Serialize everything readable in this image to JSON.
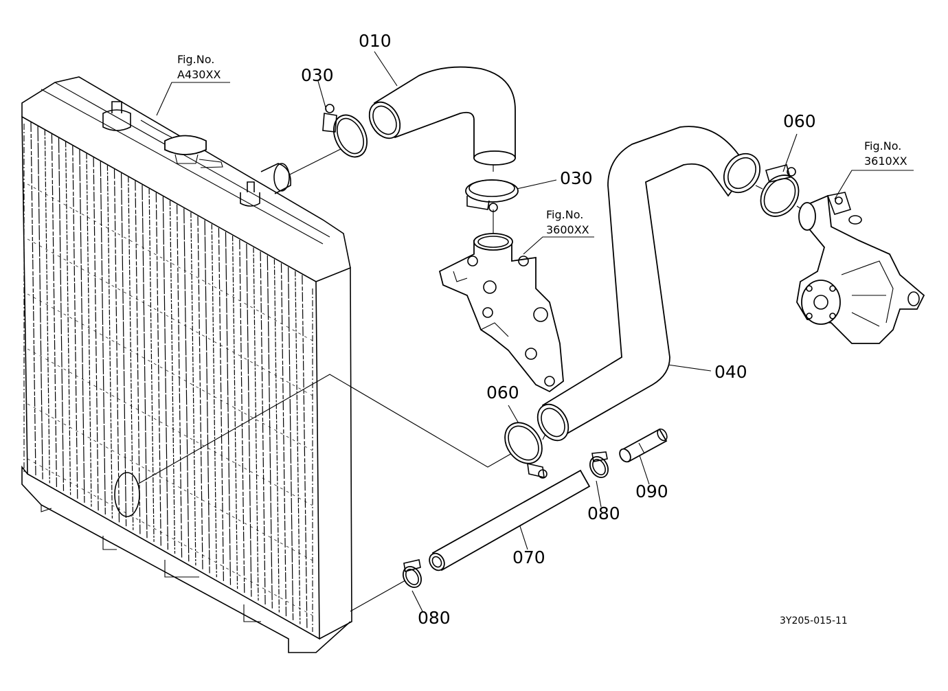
{
  "labels": {
    "p010": "010",
    "p030a": "030",
    "p030b": "030",
    "p040": "040",
    "p060a": "060",
    "p060b": "060",
    "p070": "070",
    "p080a": "080",
    "p080b": "080",
    "p090": "090"
  },
  "figrefs": {
    "a430": {
      "line1": "Fig.No.",
      "line2": "A430XX"
    },
    "f3600": {
      "line1": "Fig.No.",
      "line2": "3600XX"
    },
    "f3610": {
      "line1": "Fig.No.",
      "line2": "3610XX"
    }
  },
  "drawing_code": "3Y205-015-11"
}
